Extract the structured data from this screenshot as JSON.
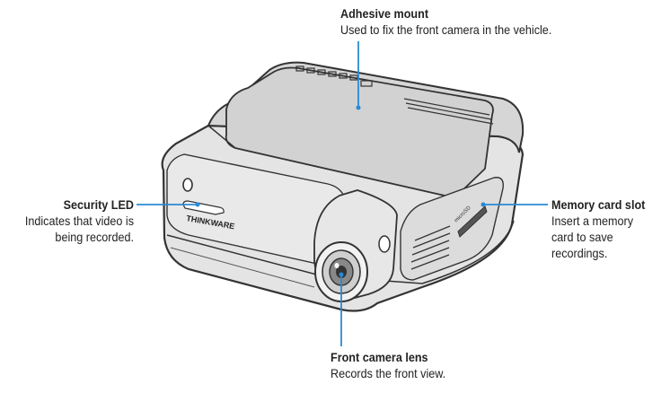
{
  "callouts": {
    "adhesive_mount": {
      "title": "Adhesive mount",
      "description": "Used to fix the front camera in the vehicle."
    },
    "security_led": {
      "title": "Security LED",
      "description_line1": "Indicates that video is",
      "description_line2": "being recorded."
    },
    "memory_card_slot": {
      "title": "Memory card slot",
      "description_line1": "Insert a memory",
      "description_line2": "card to save",
      "description_line3": "recordings."
    },
    "front_camera_lens": {
      "title": "Front camera lens",
      "description": "Records the front view."
    }
  },
  "device": {
    "brand_logo": "THINKWARE",
    "slot_label": "microSD"
  },
  "colors": {
    "leader_line": "#2a8ad4",
    "body_outline": "#333333",
    "body_fill": "#e4e4e4",
    "shadow_fill": "#bdbdbd"
  }
}
